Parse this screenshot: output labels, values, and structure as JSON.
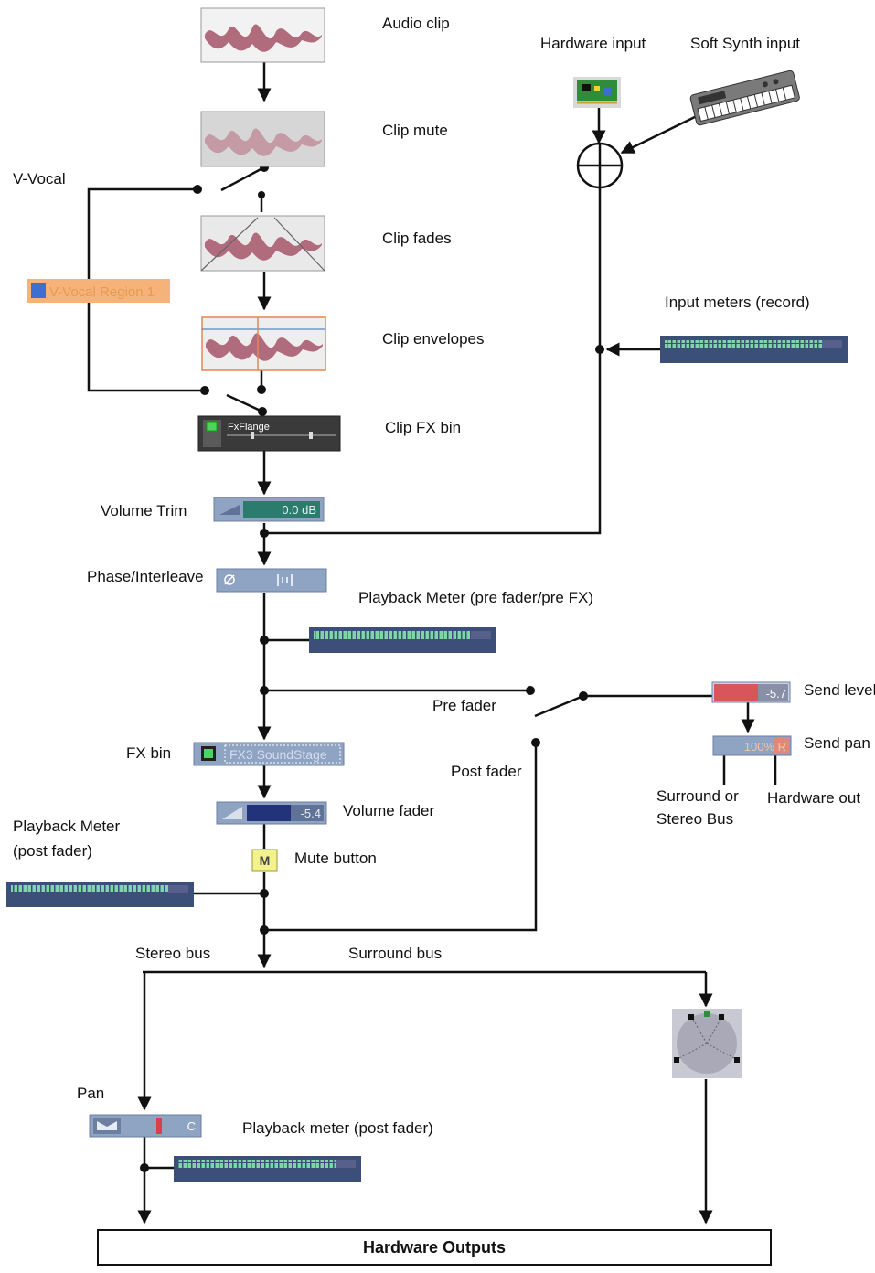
{
  "labels": {
    "audio_clip": "Audio clip",
    "clip_mute": "Clip mute",
    "clip_fades": "Clip fades",
    "clip_envelopes": "Clip envelopes",
    "clip_fx_bin": "Clip FX bin",
    "v_vocal": "V-Vocal",
    "v_vocal_region": "V-Vocal Region 1",
    "hardware_input": "Hardware input",
    "soft_synth_input": "Soft Synth input",
    "input_meters": "Input meters (record)",
    "volume_trim": "Volume Trim",
    "phase_interleave": "Phase/Interleave",
    "playback_meter_pre": "Playback Meter (pre fader/pre FX)",
    "pre_fader": "Pre fader",
    "post_fader": "Post fader",
    "send_level": "Send level",
    "send_pan": "Send pan",
    "surround_or_stereo_line1": "Surround or",
    "surround_or_stereo_line2": "Stereo Bus",
    "hardware_out": "Hardware out",
    "fx_bin": "FX bin",
    "volume_fader": "Volume fader",
    "mute_button": "Mute button",
    "playback_meter_post_line1": "Playback Meter",
    "playback_meter_post_line2": "(post fader)",
    "stereo_bus": "Stereo bus",
    "surround_bus": "Surround bus",
    "pan": "Pan",
    "playback_meter_post_bottom": "Playback meter (post fader)",
    "hardware_outputs": "Hardware Outputs"
  },
  "controls": {
    "clip_fx_name": "FxFlange",
    "volume_trim_value": "0.0 dB",
    "fx_bin_name": "FX3 SoundStage",
    "volume_fader_value": "-5.4",
    "mute_letter": "M",
    "send_level_value": "-5.7",
    "send_pan_value": "100% R",
    "pan_value": "C"
  },
  "colors": {
    "waveform": "#b06b7d",
    "clip_bg": "#e6e6e6",
    "meter_bg": "#3c4f78",
    "meter_led": "#7fd4a8",
    "widget_bg": "#8fa3c3",
    "v_vocal_bg": "#f5b37a",
    "send_level_red": "#d8565b",
    "mute_yellow": "#f4f28a"
  }
}
